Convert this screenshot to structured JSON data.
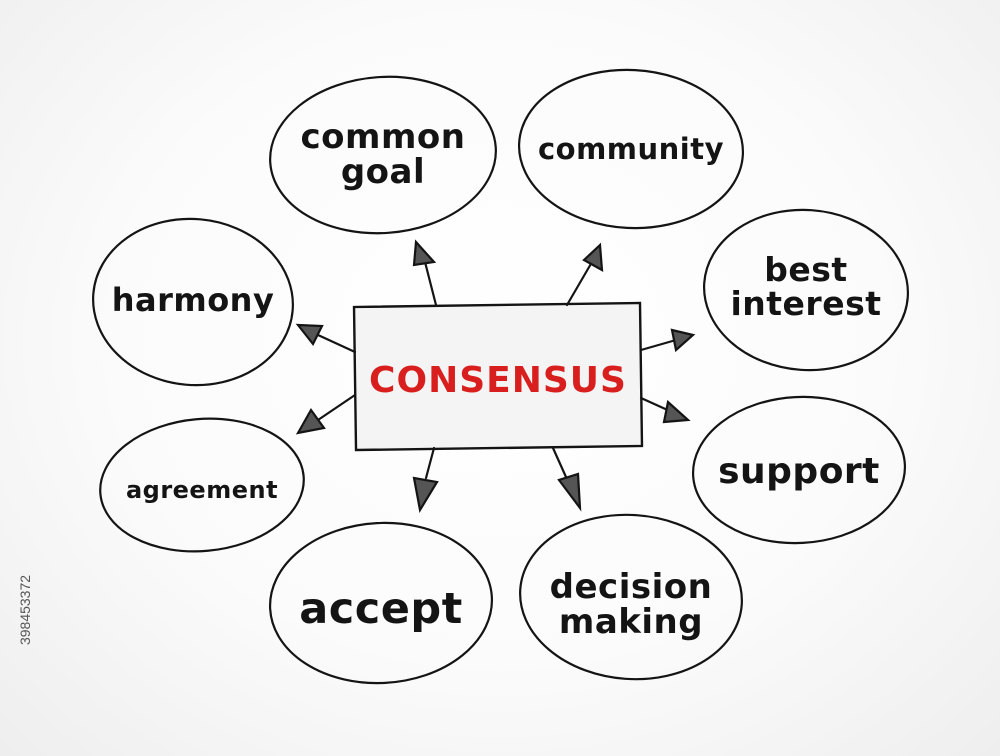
{
  "center": {
    "label": "CONSENSUS",
    "color": "#d91e1e"
  },
  "nodes": [
    {
      "id": "common-goal",
      "text": "common\ngoal"
    },
    {
      "id": "community",
      "text": "community"
    },
    {
      "id": "best-interest",
      "text": "best\ninterest"
    },
    {
      "id": "support",
      "text": "support"
    },
    {
      "id": "decision-making",
      "text": "decision\nmaking"
    },
    {
      "id": "accept",
      "text": "accept"
    },
    {
      "id": "agreement",
      "text": "agreement"
    },
    {
      "id": "harmony",
      "text": "harmony"
    }
  ],
  "stock_id": "398453372",
  "colors": {
    "ink": "#141414",
    "accent": "#d91e1e",
    "box_fill": "#f4f4f4"
  }
}
